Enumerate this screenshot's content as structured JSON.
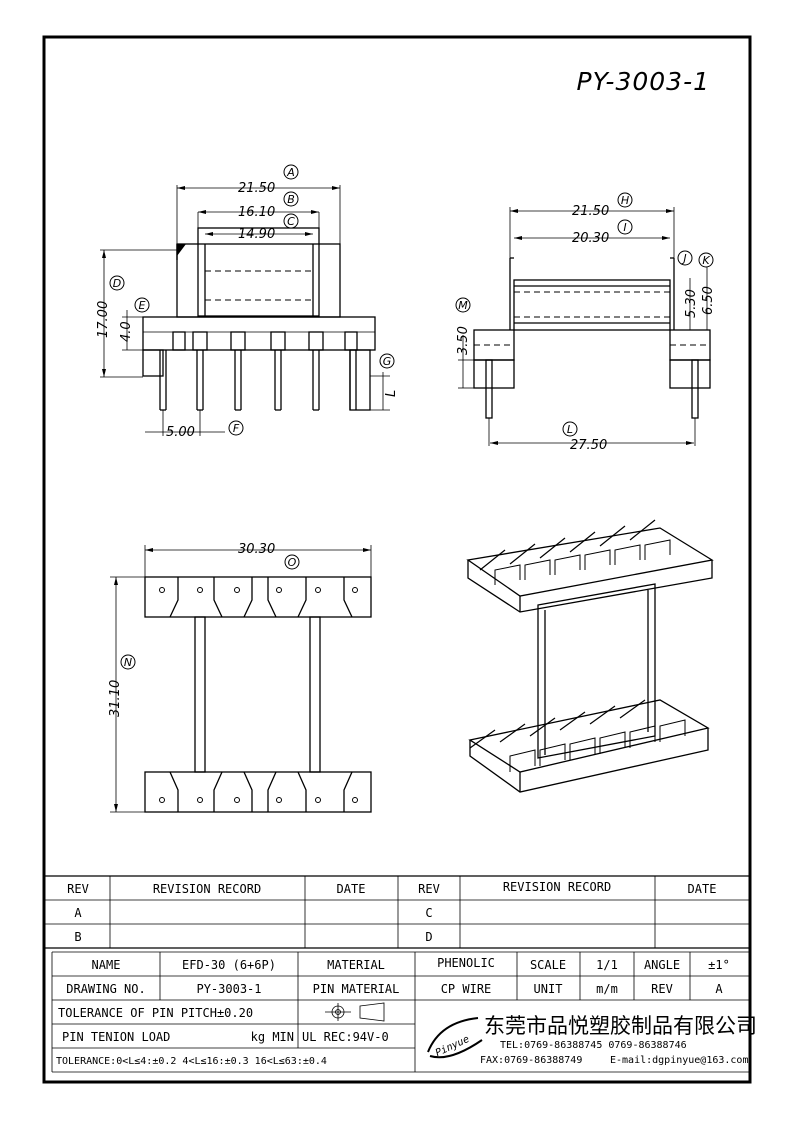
{
  "drawing": {
    "part_number": "PY-3003-1",
    "front_view": {
      "dim_a": "21.50",
      "dim_b": "16.10",
      "dim_c": "14.90",
      "dim_d": "17.00",
      "dim_e": "4.0",
      "dim_f": "5.00",
      "dim_l": "L",
      "label_a": "A",
      "label_b": "B",
      "label_c": "C",
      "label_d": "D",
      "label_e": "E",
      "label_f": "F",
      "label_g": "G"
    },
    "side_view": {
      "dim_h": "21.50",
      "dim_i": "20.30",
      "dim_j_k": "6.50",
      "dim_j": "5.30",
      "dim_m": "3.50",
      "dim_l": "27.50",
      "label_h": "H",
      "label_i": "I",
      "label_j": "J",
      "label_k": "K",
      "label_l": "L",
      "label_m": "M"
    },
    "bottom_view": {
      "dim_o": "30.30",
      "dim_n": "31.10",
      "label_o": "O",
      "label_n": "N"
    }
  },
  "revision_table": {
    "header": [
      "REV",
      "REVISION RECORD",
      "DATE",
      "REV",
      "REVISION RECORD",
      "DATE"
    ],
    "rows": [
      [
        "A",
        "",
        "",
        "C",
        "",
        ""
      ],
      [
        "B",
        "",
        "",
        "D",
        "",
        ""
      ]
    ]
  },
  "title_block": {
    "name_label": "NAME",
    "name_value": "EFD-30 (6+6P)",
    "material_label": "MATERIAL",
    "material_value": "PHENOLIC",
    "scale_label": "SCALE",
    "scale_value": "1/1",
    "angle_label": "ANGLE",
    "angle_value": "±1°",
    "drawing_no_label": "DRAWING NO.",
    "drawing_no_value": "PY-3003-1",
    "pin_material_label": "PIN MATERIAL",
    "pin_material_value": "CP WIRE",
    "unit_label": "UNIT",
    "unit_value": "m/m",
    "rev_label": "REV",
    "rev_value": "A",
    "tolerance_pitch": "TOLERANCE OF PIN PITCH±0.20",
    "pin_tension_label": "PIN TENION LOAD",
    "pin_tension_unit": "kg MIN",
    "ul_rating": "UL REC:94V-0",
    "tolerance_general": "TOLERANCE:0<L≤4:±0.2  4<L≤16:±0.3  16<L≤63:±0.4",
    "company_name": "东莞市品悦塑胶制品有限公司",
    "logo_text": "Pinyue",
    "tel": "TEL:0769-86388745    0769-86388746",
    "fax": "FAX:0769-86388749",
    "email": "E-mail:dgpinyue@163.com"
  }
}
